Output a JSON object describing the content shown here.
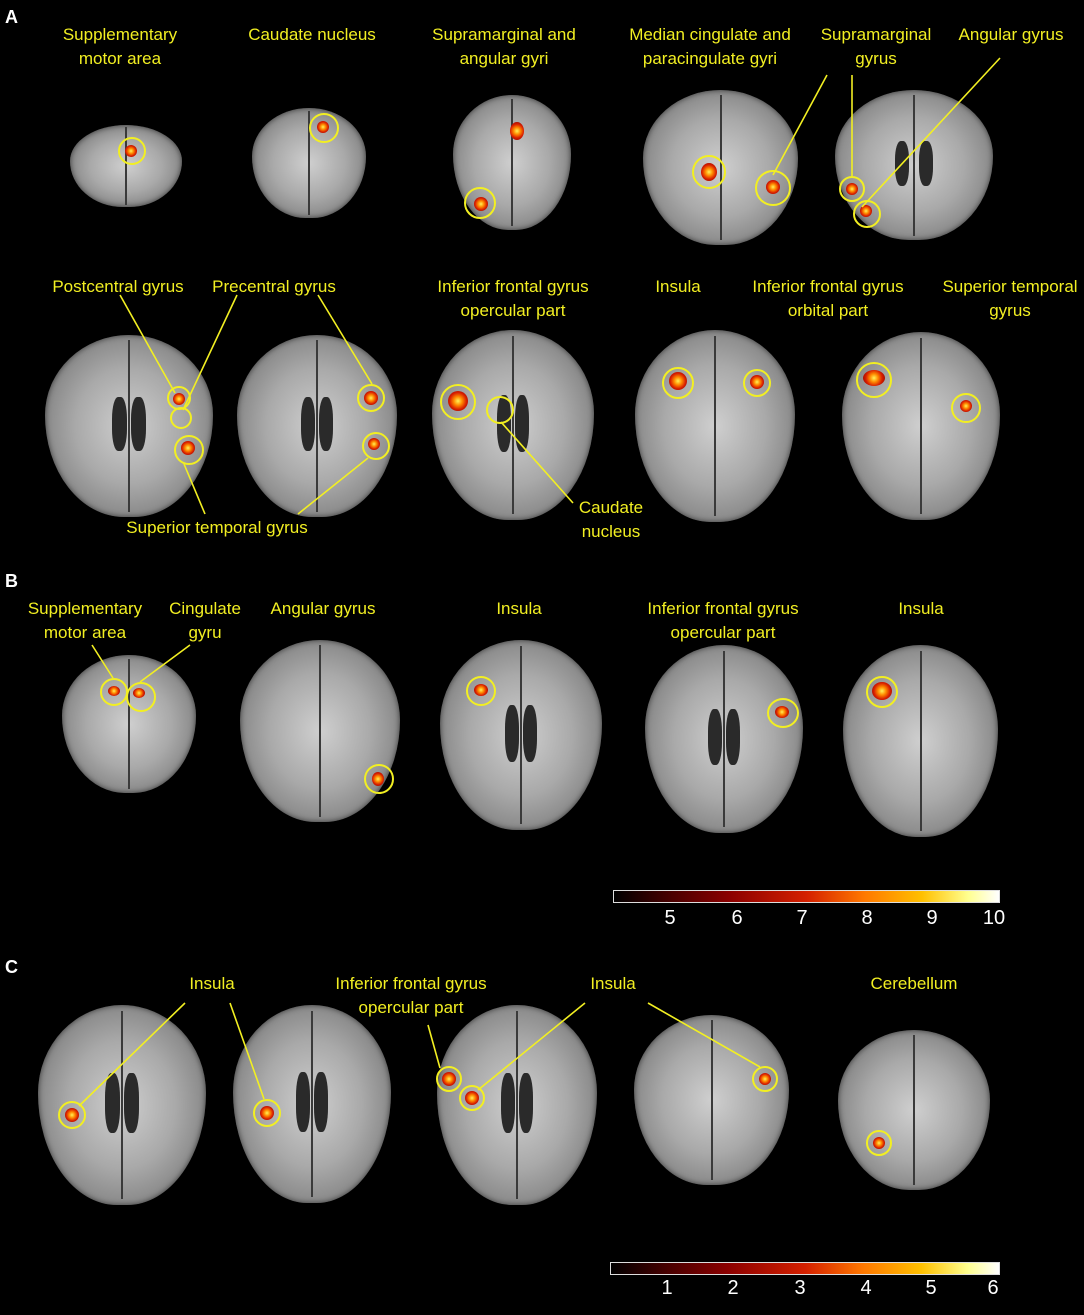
{
  "panels": {
    "A": {
      "letter": "A",
      "labels": {
        "sma": "Supplementary\nmotor area",
        "caudate": "Caudate nucleus",
        "supra_ang": "Supramarginal and\nangular gyri",
        "median_cing": "Median cingulate and\nparacingulate gyri",
        "supramarginal": "Supramarginal\ngyrus",
        "angular": "Angular gyrus",
        "postcentral": "Postcentral gyrus",
        "precentral": "Precentral gyrus",
        "ifg_operc": "Inferior frontal gyrus\nopercular part",
        "insula": "Insula",
        "ifg_orbital": "Inferior frontal gyrus\norbital part",
        "sup_temporal_right": "Superior temporal\ngyrus",
        "sup_temporal_bottom": "Superior temporal gyrus",
        "caudate_bottom": "Caudate\nnucleus"
      }
    },
    "B": {
      "letter": "B",
      "labels": {
        "sma": "Supplementary\nmotor area",
        "cingulate": "Cingulate\ngyru",
        "angular": "Angular gyrus",
        "insula1": "Insula",
        "ifg_operc": "Inferior frontal gyrus\nopercular part",
        "insula2": "Insula"
      },
      "colorbar": {
        "ticks": [
          "5",
          "6",
          "7",
          "8",
          "9",
          "10"
        ]
      }
    },
    "C": {
      "letter": "C",
      "labels": {
        "insula1": "Insula",
        "ifg_operc": "Inferior frontal gyrus\nopercular part",
        "insula2": "Insula",
        "cerebellum": "Cerebellum"
      },
      "colorbar": {
        "ticks": [
          "1",
          "2",
          "3",
          "4",
          "5",
          "6"
        ]
      }
    }
  },
  "colors": {
    "label": "#f2ef22",
    "background": "#000000",
    "panel_letter": "#ffffff"
  }
}
